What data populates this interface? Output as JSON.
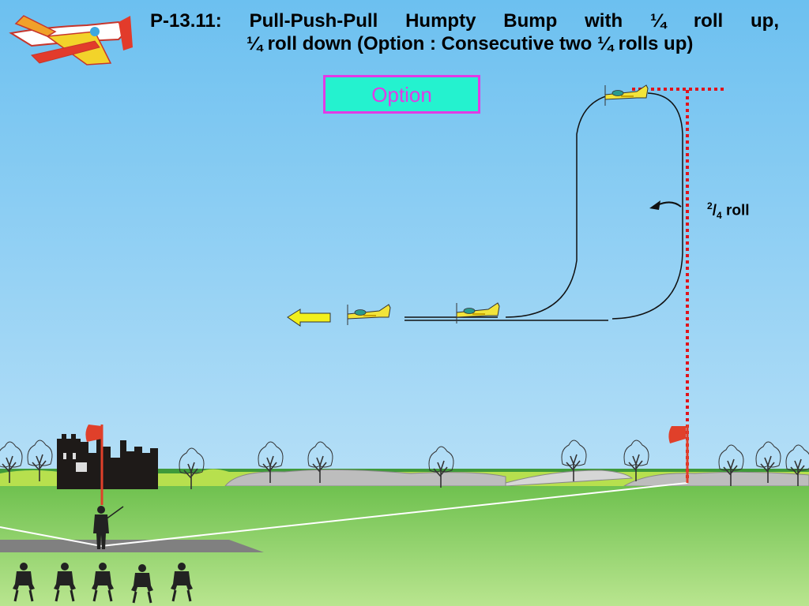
{
  "title": {
    "line1": "P-13.11: Pull-Push-Pull Humpty Bump with ¼ roll up,",
    "line2": "¼ roll down (Option : Consecutive two ¼ rolls up)"
  },
  "option_label": "Option",
  "roll_label": {
    "numerator": "2",
    "slash": "/",
    "denominator": "4",
    "text": "roll"
  },
  "colors": {
    "sky": "#7cc7f2",
    "grass": "#8fd36a",
    "option_fill": "#24f2cf",
    "option_border": "#e23be6",
    "dotted_line": "#e0141b",
    "flag": "#e0402a",
    "arrow": "#f2f01c",
    "plane_body": "#f2e43a"
  },
  "icons": [
    "pattern-logo-plane-icon",
    "plane-icon",
    "flag-icon",
    "direction-arrow-icon",
    "roll-arrow-icon",
    "pilot-icon",
    "judge-icon",
    "tree-icon",
    "castle-icon"
  ]
}
